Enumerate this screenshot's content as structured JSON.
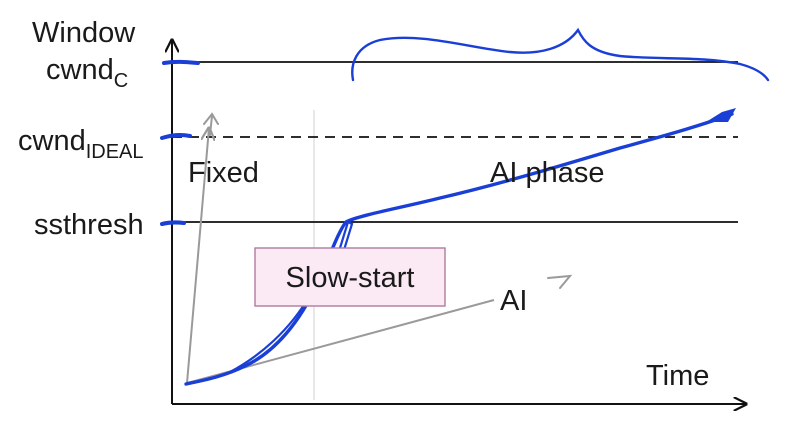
{
  "labels": {
    "y_axis": "Window",
    "cwnd_c_main": "cwnd",
    "cwnd_c_sub": "C",
    "cwnd_ideal_main": "cwnd",
    "cwnd_ideal_sub": "IDEAL",
    "ssthresh": "ssthresh",
    "fixed": "Fixed",
    "ai_phase": "AI phase",
    "slow_start": "Slow-start",
    "ai": "AI",
    "x_axis": "Time"
  },
  "colors": {
    "axis": "#111111",
    "curve": "#1a3fd6",
    "annotation": "#9a9a9a",
    "slow_start_box_fill": "#fbe9f3",
    "slow_start_box_stroke": "#b07aa0",
    "guide": "#d8d8d8"
  }
}
